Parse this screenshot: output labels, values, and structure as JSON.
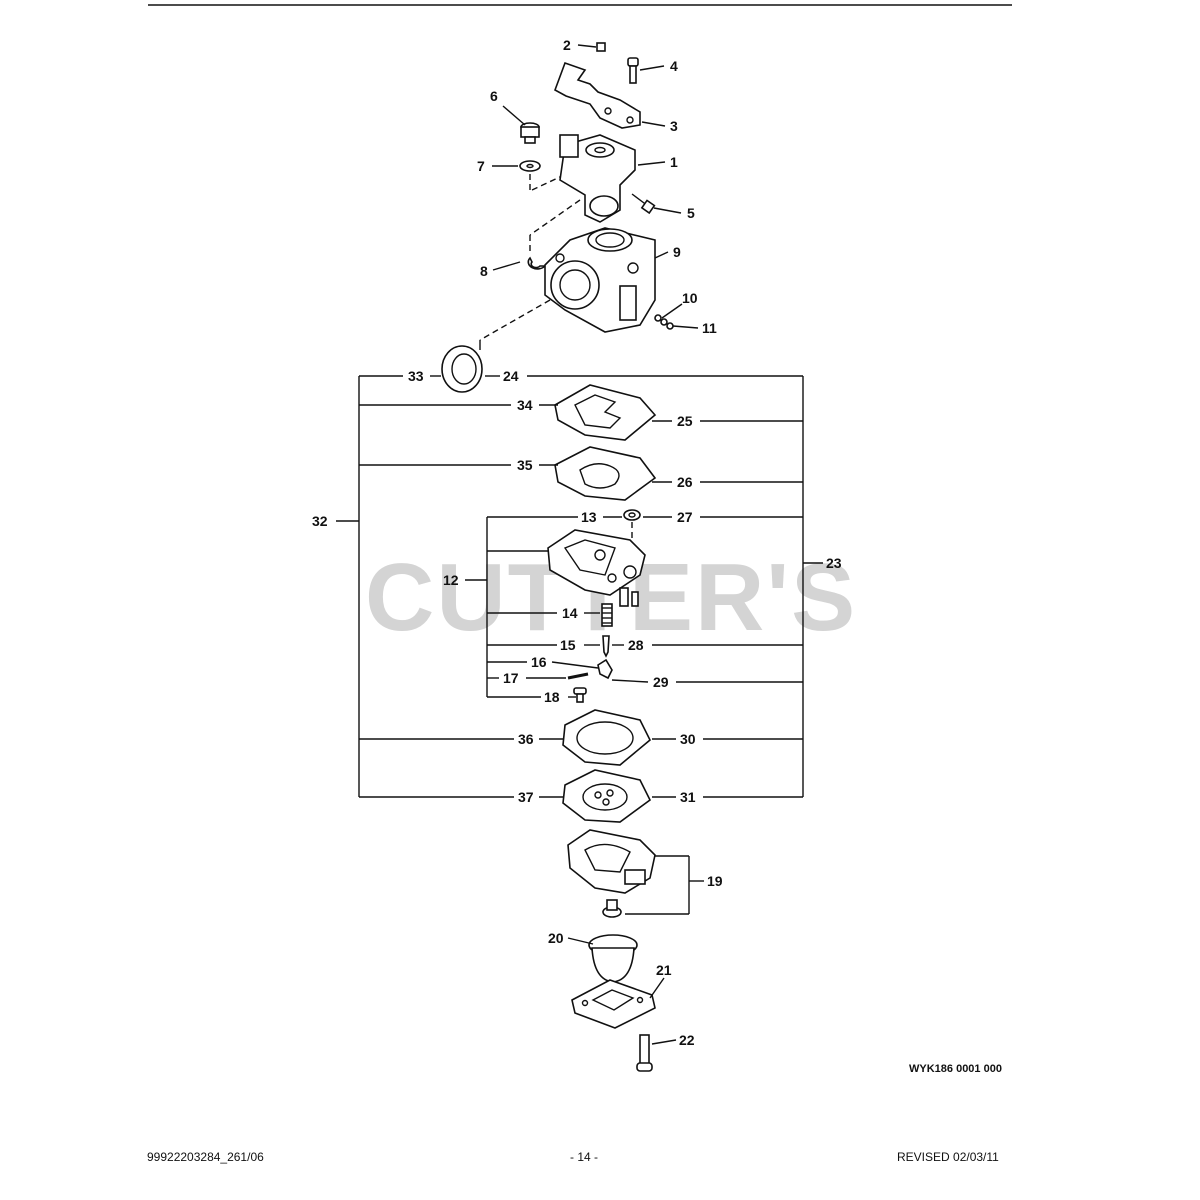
{
  "watermark": "CUTTER'S",
  "figure_id": "WYK186 0001 000",
  "footer": {
    "left": "99922203284_261/06",
    "center": "- 14 -",
    "right": "REVISED 02/03/11"
  },
  "callouts": {
    "c1": "1",
    "c2": "2",
    "c3": "3",
    "c4": "4",
    "c5": "5",
    "c6": "6",
    "c7": "7",
    "c8": "8",
    "c9": "9",
    "c10": "10",
    "c11": "11",
    "c12": "12",
    "c13": "13",
    "c14": "14",
    "c15": "15",
    "c16": "16",
    "c17": "17",
    "c18": "18",
    "c19": "19",
    "c20": "20",
    "c21": "21",
    "c22": "22",
    "c23": "23",
    "c24": "24",
    "c25": "25",
    "c26": "26",
    "c27": "27",
    "c28": "28",
    "c29": "29",
    "c30": "30",
    "c31": "31",
    "c32": "32",
    "c33": "33",
    "c34": "34",
    "c35": "35",
    "c36": "36",
    "c37": "37"
  }
}
